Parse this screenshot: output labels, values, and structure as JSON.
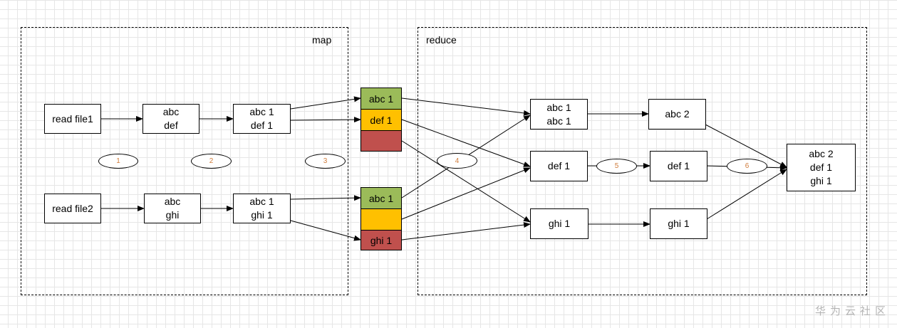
{
  "regions": {
    "map_label": "map",
    "reduce_label": "reduce"
  },
  "map": {
    "row1": {
      "read": "read file1",
      "split_l1": "abc",
      "split_l2": "def",
      "pairs_l1": "abc 1",
      "pairs_l2": "def 1"
    },
    "row2": {
      "read": "read file2",
      "split_l1": "abc",
      "split_l2": "ghi",
      "pairs_l1": "abc 1",
      "pairs_l2": "ghi 1"
    }
  },
  "partitions": {
    "group1": {
      "green": "abc 1",
      "yellow": "def 1",
      "red": ""
    },
    "group2": {
      "green": "abc 1",
      "yellow": "",
      "red": "ghi 1"
    }
  },
  "reduce": {
    "abc_group_l1": "abc 1",
    "abc_group_l2": "abc 1",
    "def_group": "def 1",
    "ghi_group": "ghi 1",
    "abc_result": "abc 2",
    "def_result": "def 1",
    "ghi_result": "ghi 1",
    "final_l1": "abc 2",
    "final_l2": "def 1",
    "final_l3": "ghi 1"
  },
  "steps": [
    "1",
    "2",
    "3",
    "4",
    "5",
    "6"
  ],
  "colors": {
    "green": "#9bbb59",
    "yellow": "#ffc000",
    "red": "#c0504d",
    "step_text": "#d07c3b"
  },
  "watermark": "华为云社区"
}
